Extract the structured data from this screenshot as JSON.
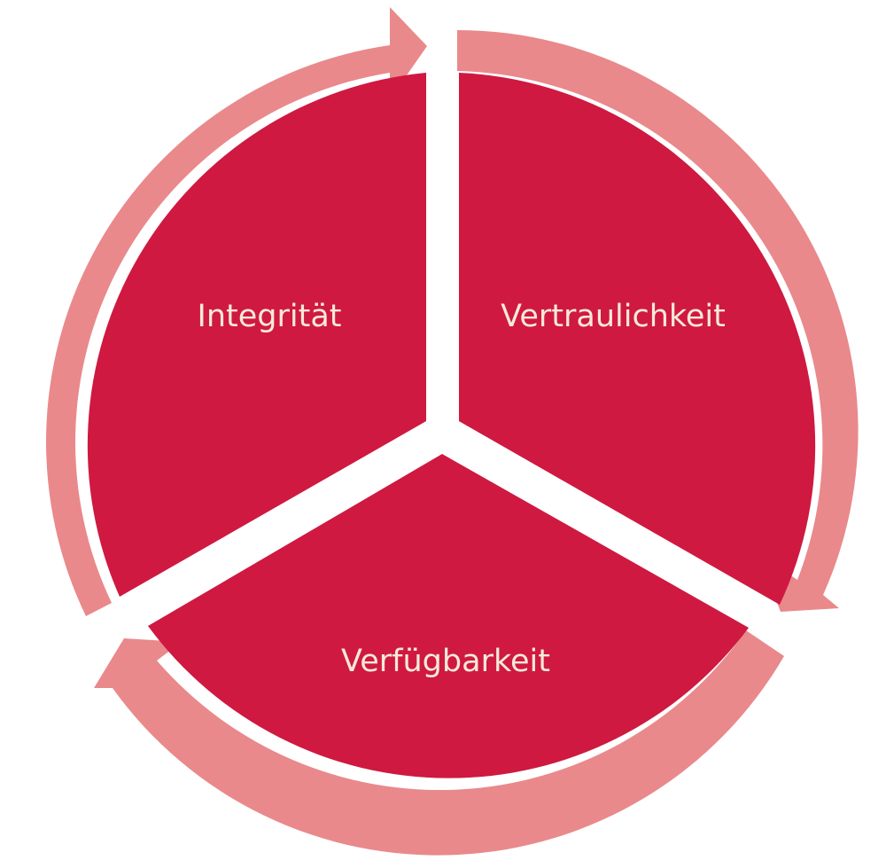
{
  "diagram": {
    "colors": {
      "segment_fill": "#cf1940",
      "ring_fill": "#e9898b",
      "label_color": "#f7ead6",
      "background": "#ffffff"
    },
    "segments": [
      {
        "id": "integritaet",
        "label": "Integrität"
      },
      {
        "id": "vertraulichkeit",
        "label": "Vertraulichkeit"
      },
      {
        "id": "verfuegbarkeit",
        "label": "Verfügbarkeit"
      }
    ],
    "arrows": [
      {
        "from": "integritaet",
        "to": "vertraulichkeit",
        "icon": "clockwise-arrow-icon"
      },
      {
        "from": "vertraulichkeit",
        "to": "verfuegbarkeit",
        "icon": "clockwise-arrow-icon"
      },
      {
        "from": "verfuegbarkeit",
        "to": "integritaet",
        "icon": "clockwise-arrow-icon"
      }
    ]
  }
}
